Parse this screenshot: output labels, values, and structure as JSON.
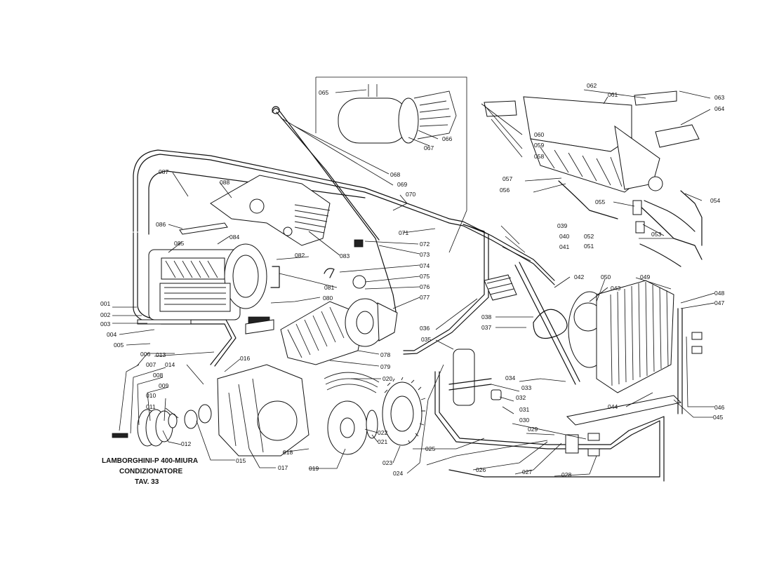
{
  "title_block": {
    "line1": "LAMBORGHINI-P 400-MIURA",
    "line2": "CONDIZIONATORE",
    "line3": "TAV. 33"
  },
  "callouts": [
    "001",
    "002",
    "003",
    "004",
    "005",
    "006",
    "007",
    "008",
    "009",
    "010",
    "011",
    "012",
    "013",
    "014",
    "015",
    "016",
    "017",
    "018",
    "019",
    "020",
    "021",
    "022",
    "023",
    "024",
    "025",
    "026",
    "027",
    "028",
    "029",
    "030",
    "031",
    "032",
    "033",
    "034",
    "035",
    "036",
    "037",
    "038",
    "039",
    "040",
    "041",
    "042",
    "043",
    "044",
    "045",
    "046",
    "047",
    "048",
    "049",
    "050",
    "051",
    "052",
    "053",
    "054",
    "055",
    "056",
    "057",
    "058",
    "059",
    "060",
    "061",
    "062",
    "063",
    "064",
    "065",
    "066",
    "067",
    "068",
    "069",
    "070",
    "071",
    "072",
    "073",
    "074",
    "075",
    "076",
    "077",
    "078",
    "079",
    "080",
    "081",
    "082",
    "083",
    "084",
    "085",
    "086",
    "087",
    "088"
  ]
}
